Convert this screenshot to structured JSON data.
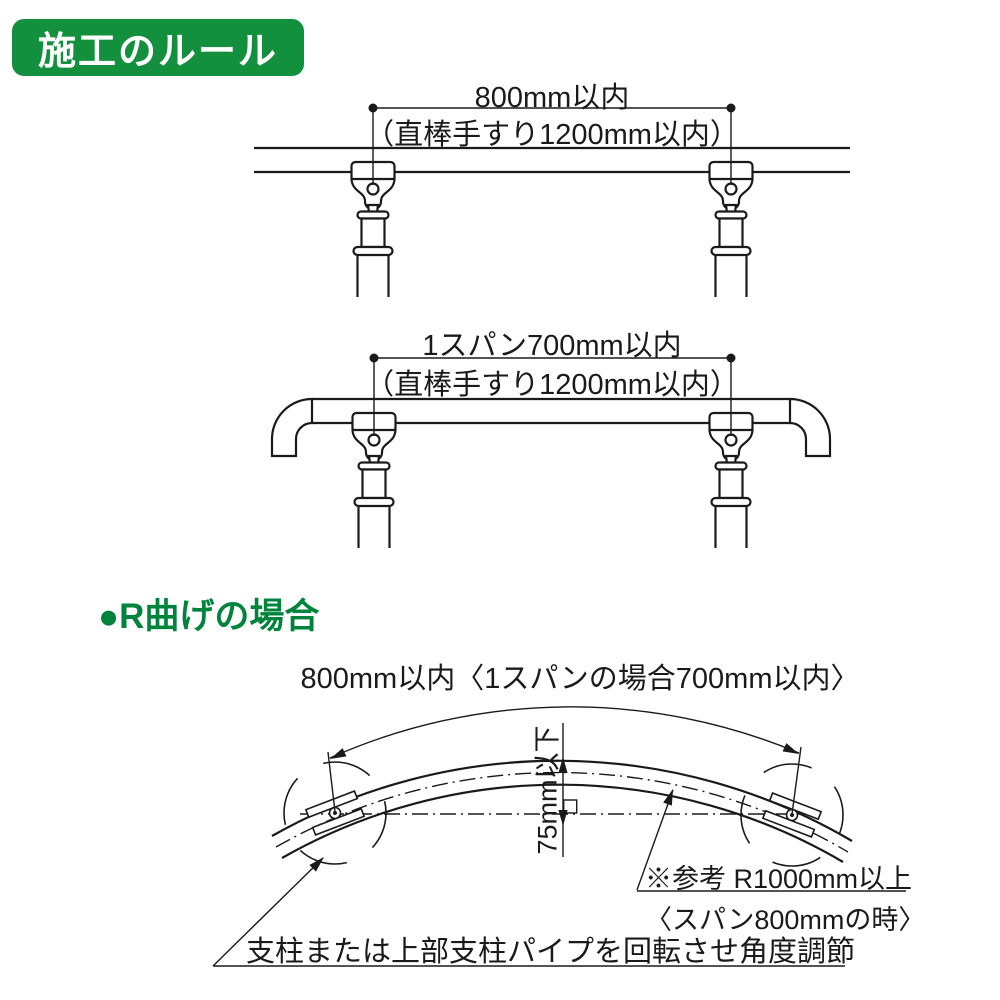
{
  "colors": {
    "accent_green": "#13903E",
    "section_green": "#00843D",
    "ink": "#1A1A1A"
  },
  "header": {
    "badge": "施工のルール"
  },
  "diagram1": {
    "dim_top": "800mm以内",
    "dim_sub": "（直棒手すり1200mm以内）"
  },
  "diagram2": {
    "dim_top": "1スパン700mm以内",
    "dim_sub": "（直棒手すり1200mm以内）"
  },
  "r_bend": {
    "title": "●R曲げの場合",
    "dim_top": "800mm以内〈1スパンの場合700mm以内〉",
    "dim_vertical": "75mm以下",
    "note_ref": "※参考 R1000mm以上",
    "note_ref_sub": "〈スパン800mmの時〉",
    "note_bottom": "支柱または上部支柱パイプを回転させ角度調節"
  }
}
